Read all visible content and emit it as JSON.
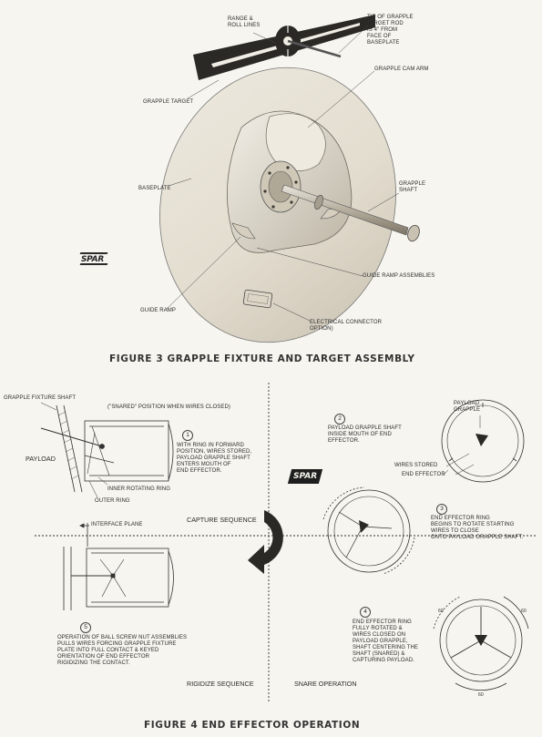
{
  "figure3": {
    "caption": "FIGURE 3    GRAPPLE FIXTURE AND TARGET ASSEMBLY",
    "labels": {
      "range_roll": "RANGE &\nROLL LINES",
      "tip": "TIP OF GRAPPLE\nTARGET ROD\nIS 4\" FROM\nFACE OF\nBASEPLATE",
      "cam_arm": "GRAPPLE CAM ARM",
      "target": "GRAPPLE TARGET",
      "baseplate": "BASEPLATE",
      "shaft": "GRAPPLE\nSHAFT",
      "guide_ramp_assemblies": "GUIDE RAMP ASSEMBLIES",
      "guide_ramp": "GUIDE RAMP",
      "connector": "ELECTRICAL CONNECTOR\nOPTION)"
    },
    "logo": "SPAR"
  },
  "figure4": {
    "caption": "FIGURE 4    END EFFECTOR OPERATION",
    "logo": "SPAR",
    "labels": {
      "grapple_fixture_shaft": "GRAPPLE FIXTURE SHAFT",
      "snared_position": "(\"SNARED\" POSITION WHEN WIRES CLOSED)",
      "payload": "PAYLOAD",
      "inner_ring": "INNER ROTATING RING",
      "outer_ring": "OUTER RING",
      "interface_plane": "INTERFACE PLANE",
      "capture_sequence": "CAPTURE SEQUENCE",
      "rigidize_sequence": "RIGIDIZE SEQUENCE",
      "snare_operation": "SNARE OPERATION",
      "payload_grapple": "PAYLOAD\nGRAPPLE",
      "wires_stored": "WIRES STORED",
      "end_effector": "END EFFECTOR",
      "dim_a": "60",
      "dim_b": "60",
      "dim_c": "60"
    },
    "steps": [
      {
        "num": "1",
        "text": "WITH RING IN FORWARD\nPOSITION, WIRES STORED,\nPAYLOAD GRAPPLE SHAFT\nENTERS MOUTH OF\nEND EFFECTOR."
      },
      {
        "num": "2",
        "text": "PAYLOAD GRAPPLE SHAFT\nINSIDE MOUTH OF END\nEFFECTOR."
      },
      {
        "num": "3",
        "text": "END EFFECTOR RING\nBEGINS TO ROTATE STARTING\nWIRES TO CLOSE\nONTO PAYLOAD GRAPPLE SHAFT."
      },
      {
        "num": "4",
        "text": "END EFFECTOR RING\nFULLY ROTATED &\nWIRES CLOSED ON\nPAYLOAD GRAPPLE,\nSHAFT CENTERING THE\nSHAFT (SNARED) &\nCAPTURING PAYLOAD."
      },
      {
        "num": "5",
        "text": "OPERATION OF BALL SCREW NUT ASSEMBLIES\nPULLS WIRES FORCING GRAPPLE FIXTURE\nPLATE INTO FULL CONTACT & KEYED\nORIENTATION OF END EFFECTOR\nRIGIDIZING THE CONTACT."
      }
    ]
  }
}
